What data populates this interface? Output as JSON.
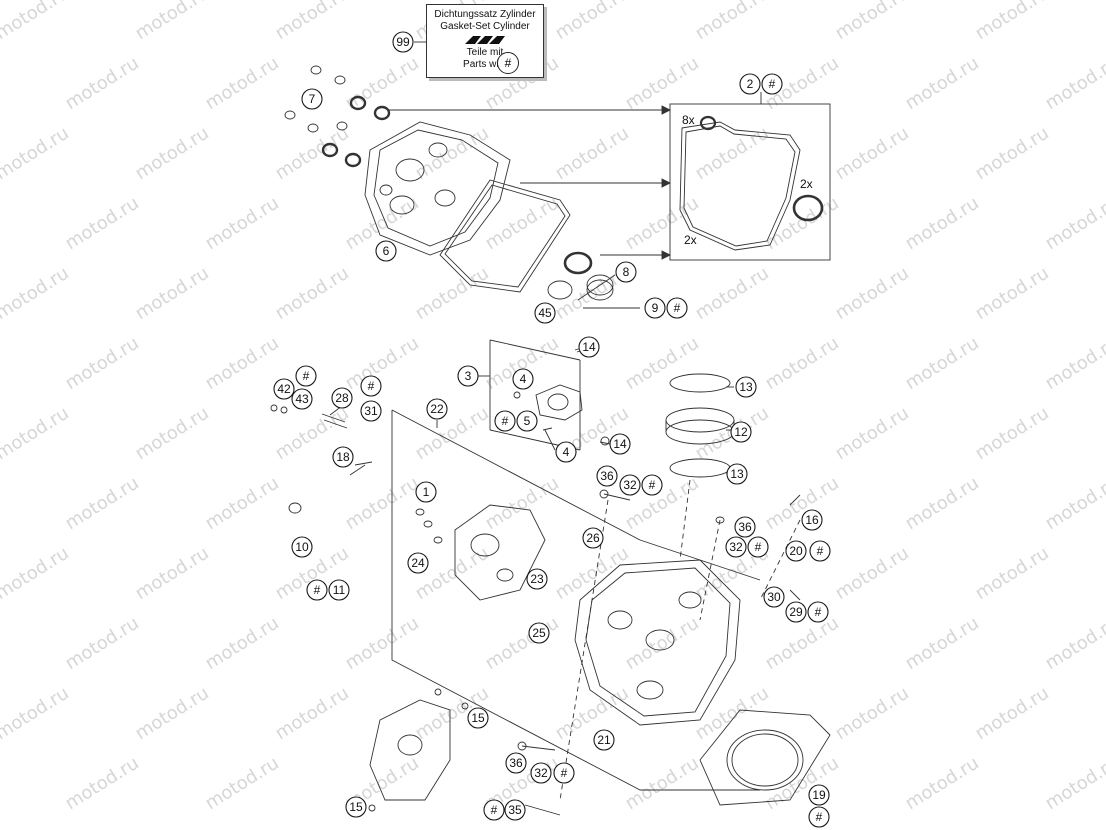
{
  "gasket_set_box": {
    "line1": "Dichtungssatz Zylinder",
    "line2": "Gasket-Set Cylinder",
    "line3": "Teile mit",
    "line4": "Parts with",
    "hash": "#",
    "callout": "99"
  },
  "watermark_text": "motod.ru",
  "quantities": {
    "q8x": "8x",
    "q2x_top": "2x",
    "q2x_bottom": "2x"
  },
  "callouts": [
    {
      "id": "c99",
      "label": "99"
    },
    {
      "id": "c2",
      "label": "2"
    },
    {
      "id": "c2h",
      "label": "#"
    },
    {
      "id": "c7",
      "label": "7"
    },
    {
      "id": "c6",
      "label": "6"
    },
    {
      "id": "c8",
      "label": "8"
    },
    {
      "id": "c45",
      "label": "45"
    },
    {
      "id": "c9",
      "label": "9"
    },
    {
      "id": "c9h",
      "label": "#"
    },
    {
      "id": "c14a",
      "label": "14"
    },
    {
      "id": "c3",
      "label": "3"
    },
    {
      "id": "c4a",
      "label": "4"
    },
    {
      "id": "c5h",
      "label": "#"
    },
    {
      "id": "c5",
      "label": "5"
    },
    {
      "id": "c4b",
      "label": "4"
    },
    {
      "id": "c14b",
      "label": "14"
    },
    {
      "id": "c13a",
      "label": "13"
    },
    {
      "id": "c12",
      "label": "12"
    },
    {
      "id": "c13b",
      "label": "13"
    },
    {
      "id": "c42h",
      "label": "#"
    },
    {
      "id": "c42",
      "label": "42"
    },
    {
      "id": "c43",
      "label": "43"
    },
    {
      "id": "c28",
      "label": "28"
    },
    {
      "id": "c31h",
      "label": "#"
    },
    {
      "id": "c31",
      "label": "31"
    },
    {
      "id": "c22",
      "label": "22"
    },
    {
      "id": "c18",
      "label": "18"
    },
    {
      "id": "c36a",
      "label": "36"
    },
    {
      "id": "c32a",
      "label": "32"
    },
    {
      "id": "c32ah",
      "label": "#"
    },
    {
      "id": "c1",
      "label": "1"
    },
    {
      "id": "c16",
      "label": "16"
    },
    {
      "id": "c36b",
      "label": "36"
    },
    {
      "id": "c32b",
      "label": "32"
    },
    {
      "id": "c32bh",
      "label": "#"
    },
    {
      "id": "c10",
      "label": "10"
    },
    {
      "id": "c26",
      "label": "26"
    },
    {
      "id": "c20",
      "label": "20"
    },
    {
      "id": "c20h",
      "label": "#"
    },
    {
      "id": "c24",
      "label": "24"
    },
    {
      "id": "c11h",
      "label": "#"
    },
    {
      "id": "c11",
      "label": "11"
    },
    {
      "id": "c23",
      "label": "23"
    },
    {
      "id": "c30",
      "label": "30"
    },
    {
      "id": "c29",
      "label": "29"
    },
    {
      "id": "c29h",
      "label": "#"
    },
    {
      "id": "c25",
      "label": "25"
    },
    {
      "id": "c15a",
      "label": "15"
    },
    {
      "id": "c21",
      "label": "21"
    },
    {
      "id": "c36c",
      "label": "36"
    },
    {
      "id": "c32c",
      "label": "32"
    },
    {
      "id": "c32ch",
      "label": "#"
    },
    {
      "id": "c19",
      "label": "19"
    },
    {
      "id": "c19h",
      "label": "#"
    },
    {
      "id": "c15b",
      "label": "15"
    },
    {
      "id": "c35h",
      "label": "#"
    },
    {
      "id": "c35",
      "label": "35"
    }
  ]
}
